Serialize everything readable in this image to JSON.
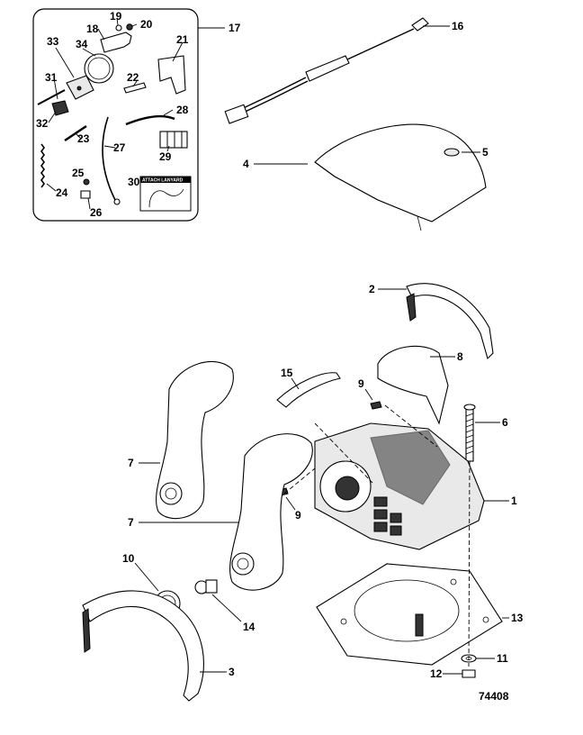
{
  "callouts": {
    "1": "1",
    "2": "2",
    "3": "3",
    "4": "4",
    "5": "5",
    "6": "6",
    "7": "7",
    "8": "8",
    "9": "9",
    "10": "10",
    "11": "11",
    "12": "12",
    "13": "13",
    "14": "14",
    "15": "15",
    "16": "16",
    "17": "17",
    "18": "18",
    "19": "19",
    "20": "20",
    "21": "21",
    "22": "22",
    "23": "23",
    "24": "24",
    "25": "25",
    "26": "26",
    "27": "27",
    "28": "28",
    "29": "29",
    "30": "30",
    "31": "31",
    "32": "32",
    "33": "33",
    "34": "34"
  },
  "decal": {
    "text": "ATTACH LANYARD"
  },
  "figure_number": "74408"
}
